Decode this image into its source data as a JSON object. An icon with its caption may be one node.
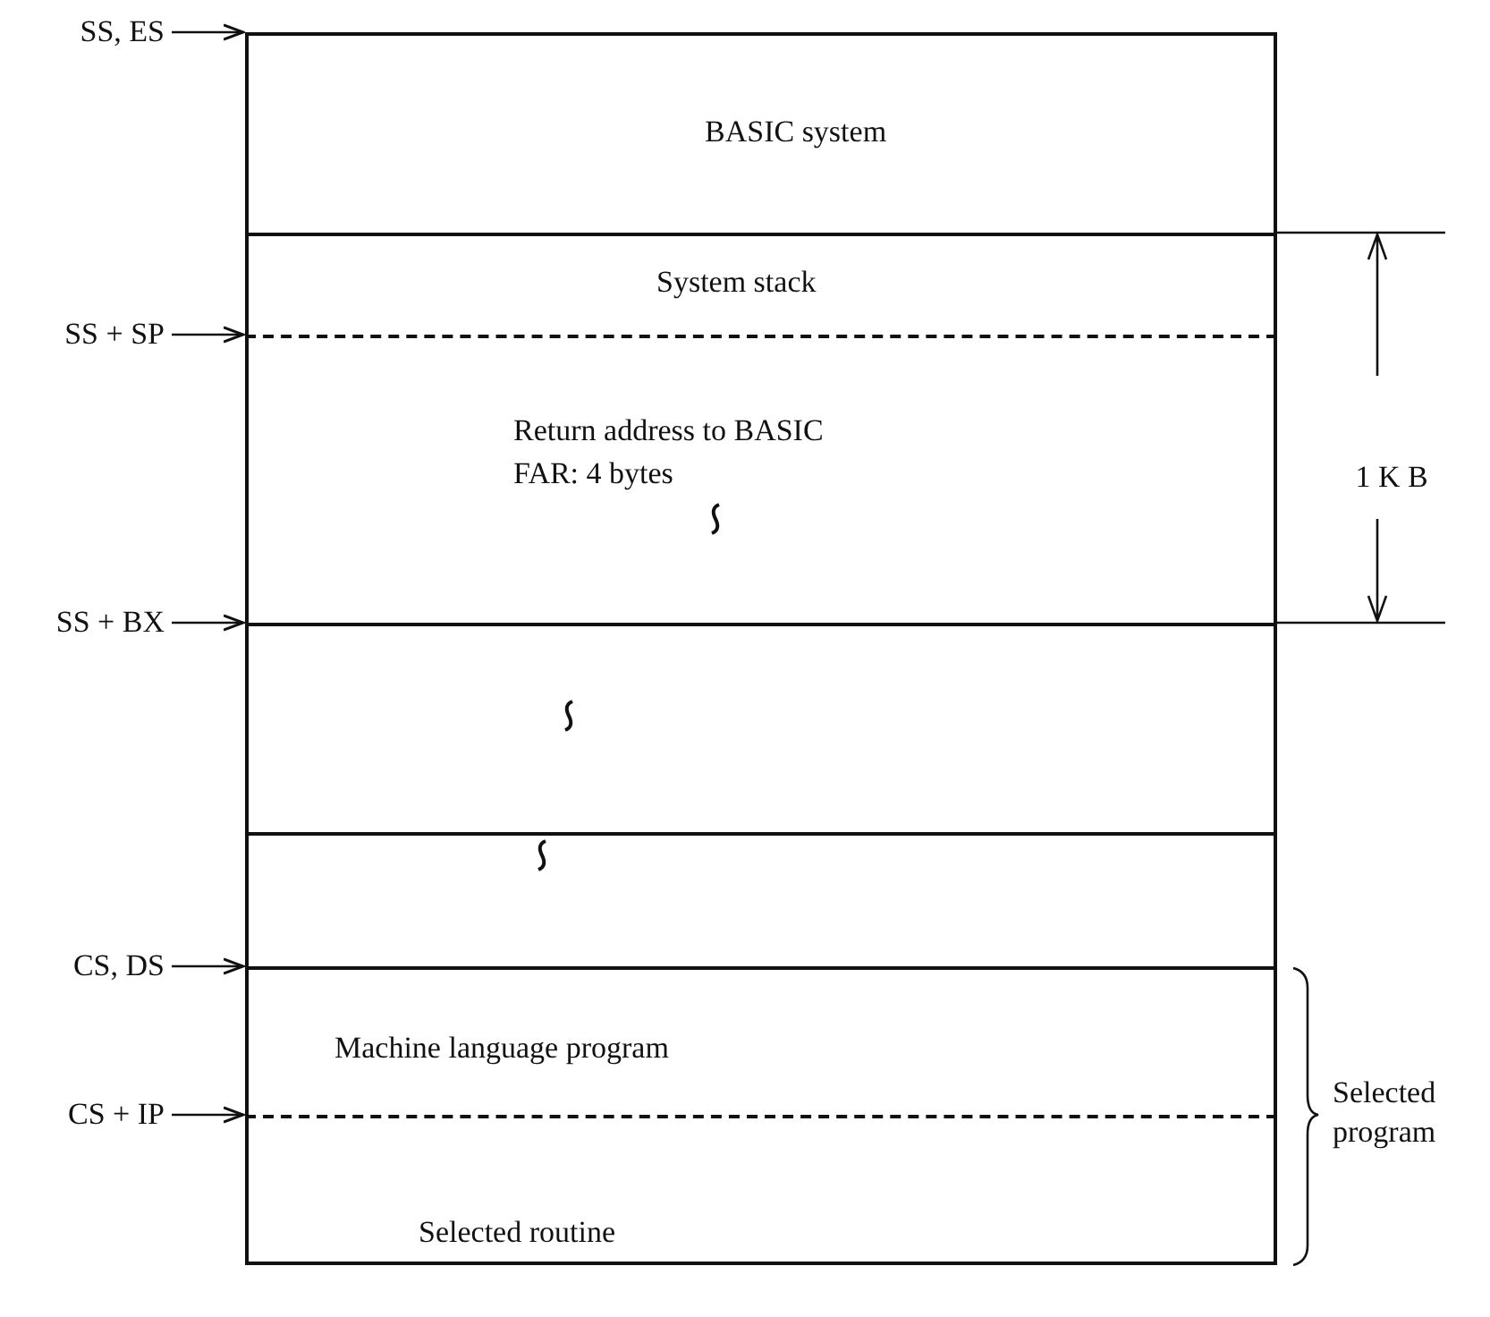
{
  "diagram": {
    "nodes": [
      {
        "text": [
          "BASIC system"
        ]
      },
      {
        "text": [
          "System stack"
        ]
      },
      {
        "text": [
          "Return address to BASIC FAR: 4 bytes"
        ]
      },
      {
        "text": [],
        "shape": "box"
      },
      {
        "text": [],
        "shape": "box"
      },
      {
        "text": [
          "Machine language program"
        ]
      },
      {
        "text": [
          "Selected routine"
        ]
      },
      {
        "text": [
          "SS, ES"
        ]
      },
      {
        "text": [
          "SS + SP"
        ]
      },
      {
        "text": [
          "SS + BX"
        ]
      },
      {
        "text": [
          "CS, DS"
        ]
      },
      {
        "text": [
          "CS + IP"
        ]
      }
    ],
    "edges": [
      {
        "from": 7,
        "to": 0,
        "arrow": "to"
      },
      {
        "from": 8,
        "to": 2,
        "arrow": "to"
      },
      {
        "from": 9,
        "to": 3,
        "arrow": "to"
      },
      {
        "from": 10,
        "to": 5,
        "arrow": "to"
      },
      {
        "from": 11,
        "to": 6,
        "arrow": "to"
      }
    ],
    "labels": [
      "1 K B",
      "Selected program"
    ]
  }
}
